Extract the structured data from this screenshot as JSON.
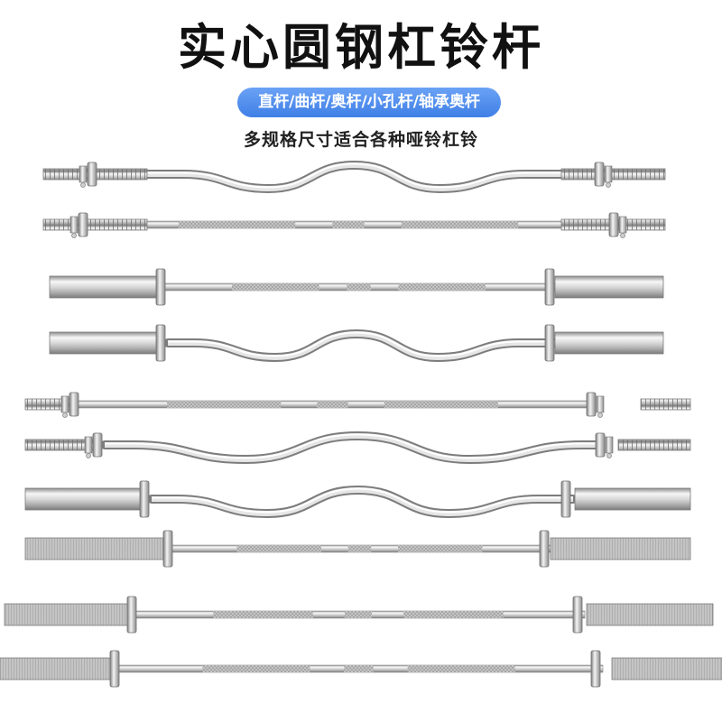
{
  "title": "实心圆钢杠铃杆",
  "badge": "直杆/曲杆/奥杆/小孔杆/轴承奥杆",
  "subtitle": "多规格尺寸适合各种哑铃杠铃",
  "products": [
    {
      "kind": "threaded",
      "shape": "curl"
    },
    {
      "kind": "threaded",
      "shape": "straight"
    },
    {
      "kind": "olympic",
      "shape": "straight"
    },
    {
      "kind": "olympic",
      "shape": "curl"
    },
    {
      "kind": "threaded",
      "shape": "straight"
    },
    {
      "kind": "threaded",
      "shape": "curl"
    },
    {
      "kind": "olympic",
      "shape": "curl"
    },
    {
      "kind": "olympic-knurled-sleeve",
      "shape": "straight"
    },
    {
      "kind": "olympic-knurled-sleeve",
      "shape": "straight"
    },
    {
      "kind": "olympic-knurled-sleeve",
      "shape": "straight"
    }
  ],
  "colors": {
    "badge": "#4a8af0",
    "steel_light": "#f4f4f4",
    "steel_dark": "#8a8a8a",
    "knurl": "#b8b8b8"
  }
}
